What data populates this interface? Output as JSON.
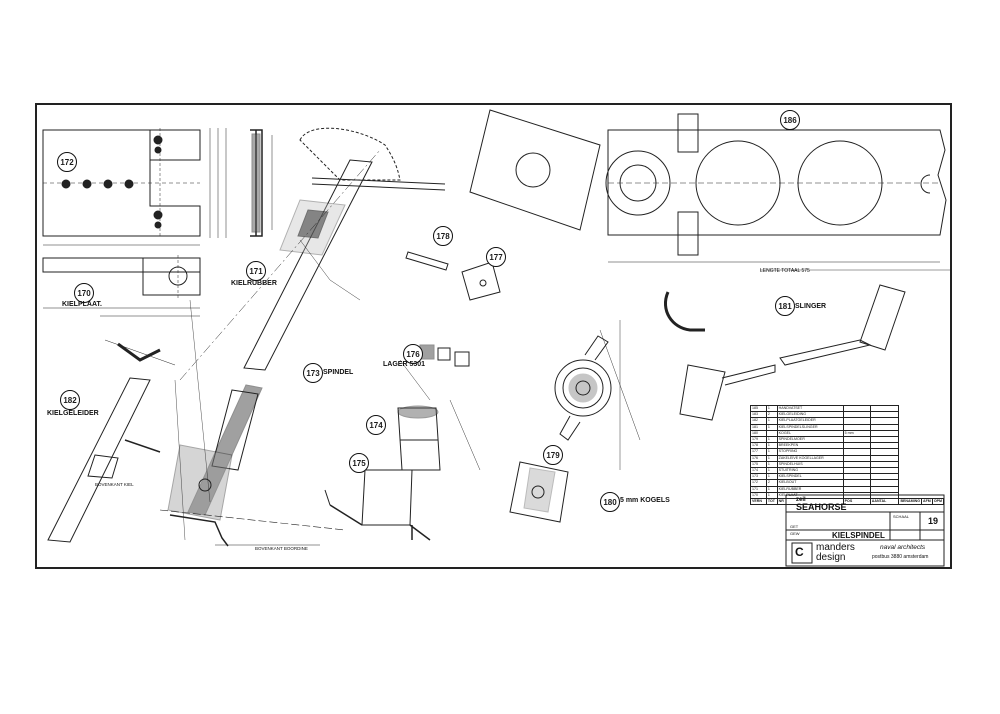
{
  "colors": {
    "ink": "#1a1a1a",
    "paper": "#ffffff",
    "border": "#222222"
  },
  "parts": [
    {
      "no": "170",
      "name": "KIELPLAAT."
    },
    {
      "no": "171",
      "name": "KIELRUBBER"
    },
    {
      "no": "172",
      "name": ""
    },
    {
      "no": "173",
      "name": "SPINDEL"
    },
    {
      "no": "174",
      "name": ""
    },
    {
      "no": "175",
      "name": ""
    },
    {
      "no": "176",
      "name": "LAGER 5301"
    },
    {
      "no": "177",
      "name": ""
    },
    {
      "no": "178",
      "name": ""
    },
    {
      "no": "179",
      "name": ""
    },
    {
      "no": "180",
      "name": "5 mm KOGELS"
    },
    {
      "no": "181",
      "name": "SLINGER"
    },
    {
      "no": "182",
      "name": "KIELGELEIDER"
    },
    {
      "no": "186",
      "name": ""
    }
  ],
  "annotations": {
    "lengte_totaal": "LENGTE TOTAAL 575",
    "bovenkant": "BOVENKANT BOORDINE",
    "bovenkant_kiel": "BOVENKANT KIEL"
  },
  "parts_list": {
    "headers": [
      "VERN",
      "TOT",
      "NR",
      "POS",
      "AANTAL",
      "BENAMING",
      "AFM",
      "OPM"
    ],
    "rows": [
      [
        "185",
        "1",
        "HANDVATSET",
        "",
        ""
      ],
      [
        "183",
        "2",
        "KIELGELEIDING",
        "",
        ""
      ],
      [
        "182",
        "1",
        "KIELPLAATGELEIDER",
        "",
        ""
      ],
      [
        "181",
        "1",
        "KIELSPINDELSLINGER",
        "",
        ""
      ],
      [
        "180",
        "",
        "KOGEL",
        "5 mm",
        ""
      ],
      [
        "179",
        "1",
        "SPINDELMOER",
        "",
        ""
      ],
      [
        "178",
        "1",
        "BREEKPEN",
        "",
        ""
      ],
      [
        "177",
        "1",
        "STOPRING",
        "",
        ""
      ],
      [
        "176",
        "1",
        "ZAKELEIVE KOGELLAGER",
        "",
        ""
      ],
      [
        "175",
        "1",
        "SPINDELHUIS",
        "",
        ""
      ],
      [
        "174",
        "1",
        "STUITRING",
        "",
        ""
      ],
      [
        "173",
        "1",
        "KIELSPINDEL",
        "",
        ""
      ],
      [
        "172",
        "2",
        "KIELBOUT",
        "",
        ""
      ],
      [
        "171",
        "1",
        "KIELRUBBER",
        "",
        ""
      ],
      [
        "170",
        "1",
        "KIELPLAAT",
        "",
        ""
      ]
    ]
  },
  "title_block": {
    "brand_small": "zeil",
    "brand": "SEAHORSE",
    "sheet_number": "19",
    "drawing_title": "KIELSPINDEL",
    "company_line1": "manders",
    "company_line2": "design",
    "company_right1": "naval architects",
    "company_right2": "postbus 3880 amsterdam",
    "field_gew": "GEW",
    "field_get": "GET",
    "field_schaal": "SCHAAL"
  }
}
